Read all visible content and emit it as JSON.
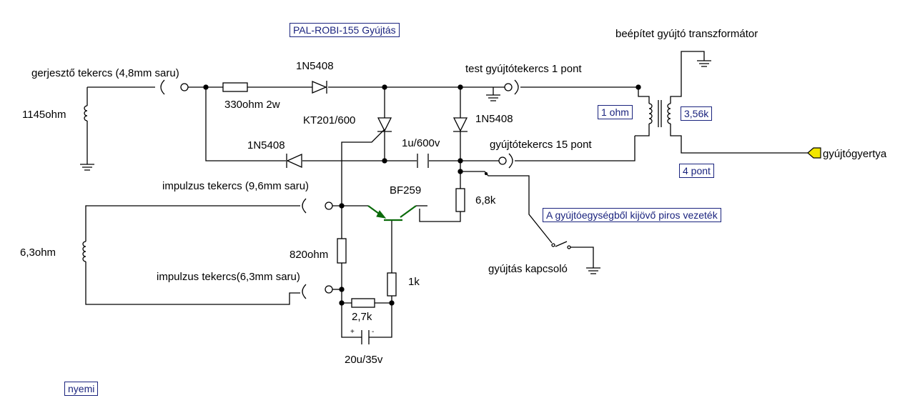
{
  "title": "PAL-ROBI-155 Gyújtás",
  "author": "nyemi",
  "labels": {
    "exciter_coil": "gerjesztő tekercs (4,8mm saru)",
    "exciter_res": "1145ohm",
    "resistor_330": "330ohm 2w",
    "diode_top": "1N5408",
    "thyristor": "KT201/600",
    "diode_right": "1N5408",
    "diode_bottom": "1N5408",
    "cap_1u": "1u/600v",
    "test_point": "test gyújtótekercs 1 pont",
    "coil15": "gyújtótekercs 15 pont",
    "transformer_title": "beépítet gyújtó transzformátor",
    "spark_plug": "gyújtógyertya",
    "pulse_coil_96": "impulzus tekercs (9,6mm saru)",
    "transistor": "BF259",
    "res_68k": "6,8k",
    "pulse_res": "6,3ohm",
    "res_820": "820ohm",
    "pulse_coil_63": "impulzus tekercs(6,3mm saru)",
    "res_1k": "1k",
    "res_27k": "2,7k",
    "cap_20u": "20u/35v",
    "switch": "gyújtás kapcsoló",
    "plus": "+",
    "minus": "-"
  },
  "boxes": {
    "primary_res": "1 ohm",
    "secondary_res": "3,56k",
    "point4": "4 pont",
    "red_wire": "A gyújtóegységből  kijövő piros  vezeték"
  },
  "colors": {
    "wire": "#000000",
    "transistor": "#0a6a0a",
    "box_text": "#1a237e",
    "spark_plug": "#f2e600"
  }
}
